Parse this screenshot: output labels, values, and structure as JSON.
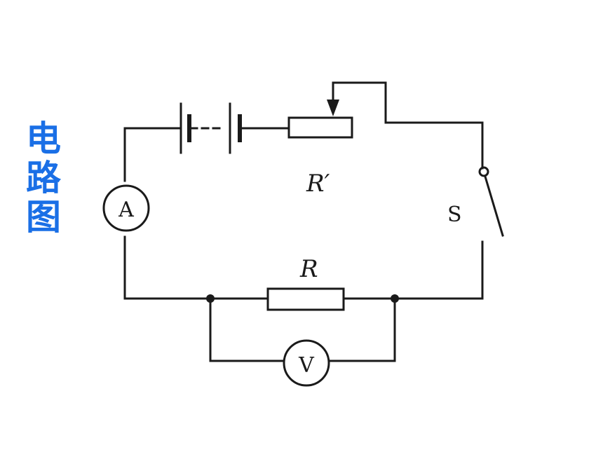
{
  "side_title": {
    "chars": [
      "电",
      "路",
      "图"
    ],
    "color": "#1a6fe6"
  },
  "labels": {
    "ammeter": "A",
    "voltmeter": "V",
    "rheostat": "R′",
    "resistor": "R",
    "switch": "S"
  },
  "colors": {
    "line": "#1a1a1a",
    "background": "#ffffff"
  }
}
